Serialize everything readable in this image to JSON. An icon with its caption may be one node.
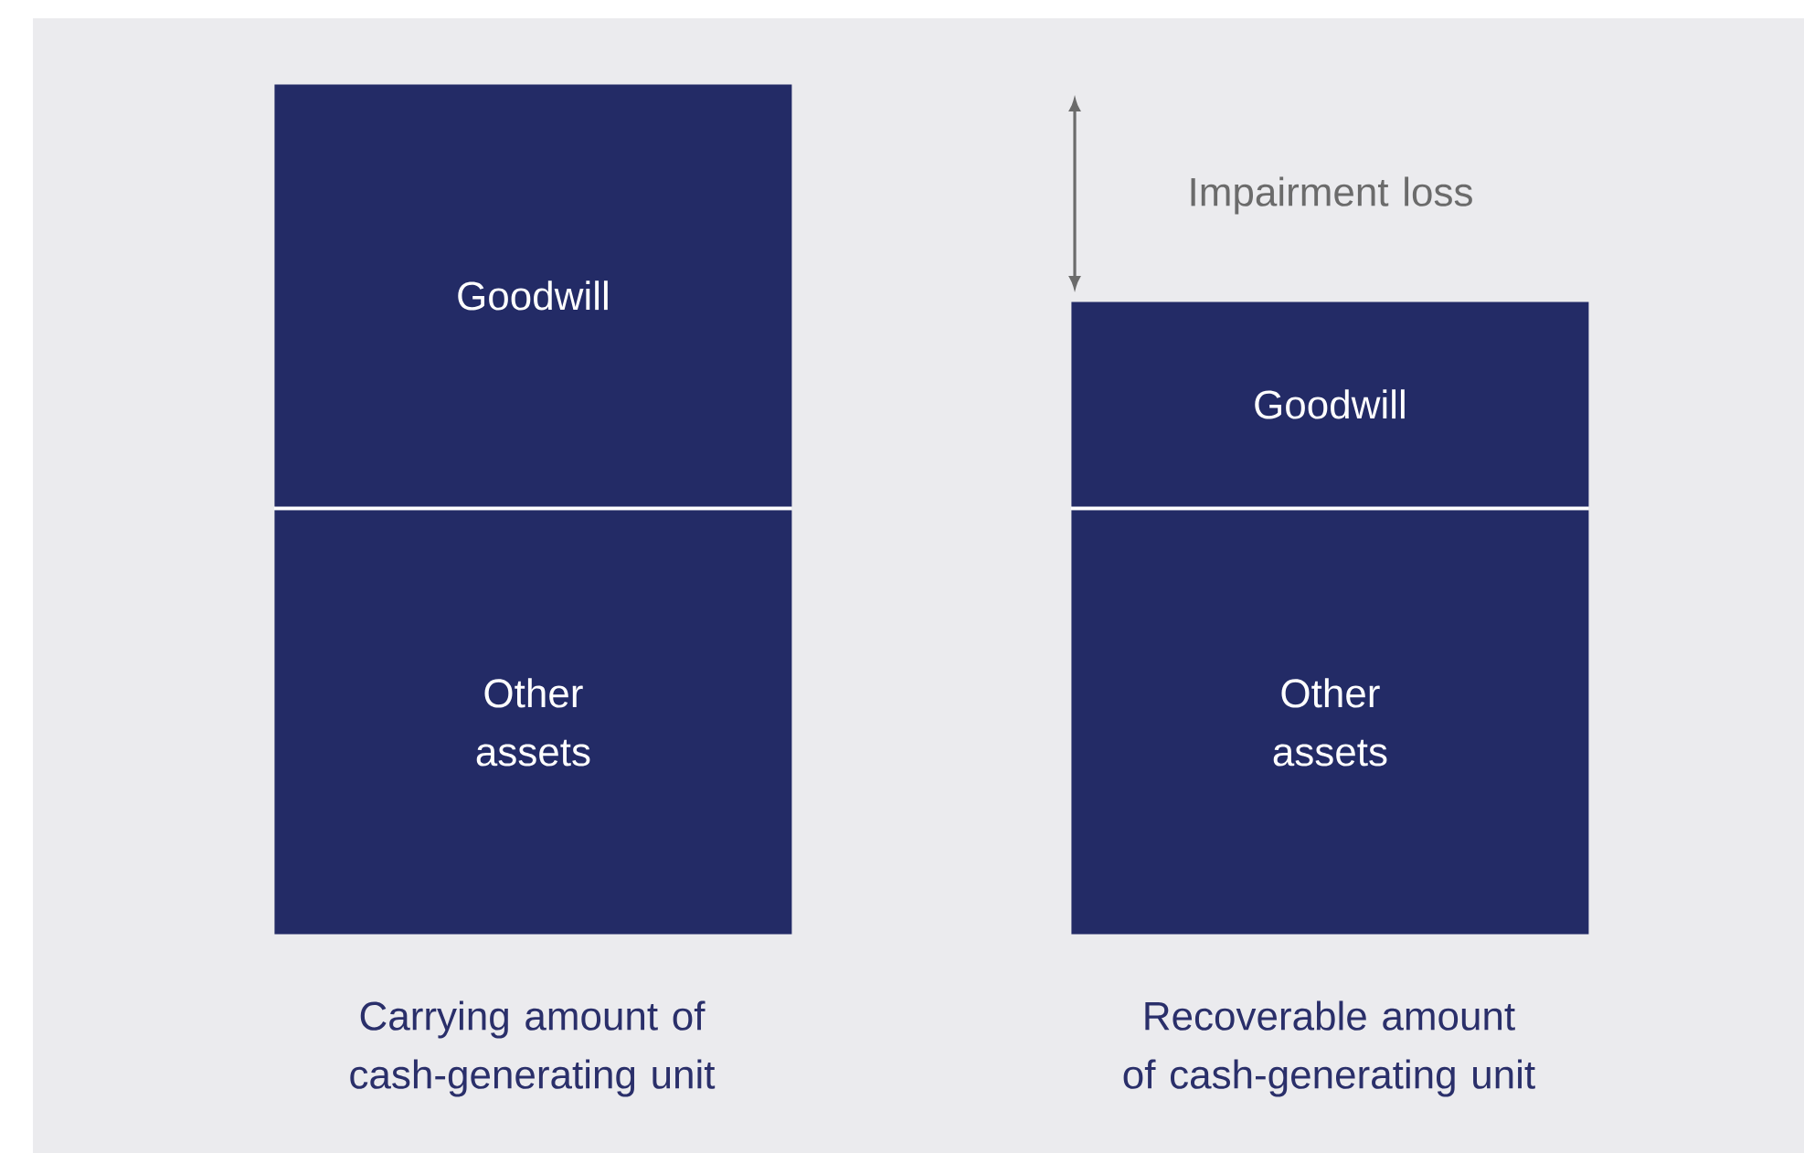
{
  "diagram": {
    "nodes": [
      {
        "text": [
          "Goodwill"
        ]
      },
      {
        "text": [
          "Other assets"
        ]
      },
      {
        "text": [
          "Goodwill"
        ]
      },
      {
        "text": [
          "Other assets"
        ]
      }
    ],
    "labels": [
      "Impairment loss",
      "Carrying amount of cash-generating unit",
      "Recoverable amount of cash-generating unit"
    ]
  }
}
